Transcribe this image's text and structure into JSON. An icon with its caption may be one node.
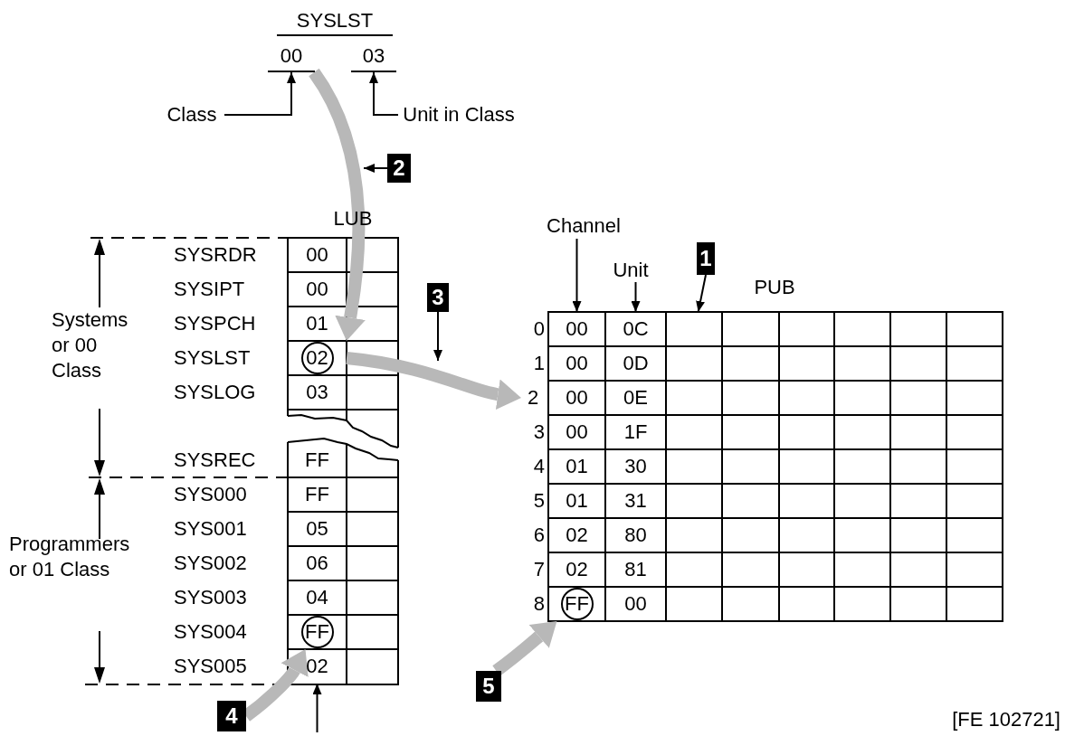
{
  "diagram": {
    "nodes": [
      {
        "text": [
          "00"
        ]
      },
      {
        "text": [
          "03"
        ]
      },
      {
        "text": [
          "Class"
        ]
      },
      {
        "text": [
          "Unit in Class"
        ]
      },
      {
        "text": [
          "2"
        ]
      },
      {
        "text": [],
        "shape": "box",
        "beside": [
          "LUB"
        ]
      },
      {
        "text": [
          "00"
        ],
        "in": 5
      },
      {
        "text": [
          "00"
        ],
        "in": 5
      },
      {
        "text": [
          "01"
        ],
        "in": 5
      },
      {
        "text": [
          "02"
        ],
        "in": 5
      },
      {
        "text": [
          "03"
        ],
        "in": 5
      },
      {
        "text": [
          "FF"
        ],
        "in": 5
      },
      {
        "text": [
          "FF"
        ],
        "in": 5
      },
      {
        "text": [
          "05"
        ],
        "in": 5
      },
      {
        "text": [
          "06"
        ],
        "in": 5
      },
      {
        "text": [
          "04"
        ],
        "in": 5
      },
      {
        "text": [
          "FF"
        ],
        "in": 5
      },
      {
        "text": [
          "02"
        ],
        "in": 5
      },
      {
        "text": [
          "3"
        ]
      },
      {
        "text": [
          "Channel"
        ]
      },
      {
        "text": [
          "Unit"
        ]
      },
      {
        "text": [
          "1"
        ]
      },
      {
        "text": [],
        "shape": "box",
        "beside": [
          "PUB"
        ]
      },
      {
        "text": [
          "00"
        ],
        "in": 22
      },
      {
        "text": [
          "0C"
        ],
        "in": 22
      },
      {
        "text": [
          "00"
        ],
        "in": 22
      },
      {
        "text": [
          "0D"
        ],
        "in": 22
      },
      {
        "text": [
          "00"
        ],
        "in": 22
      },
      {
        "text": [
          "0E"
        ],
        "in": 22
      },
      {
        "text": [
          "00"
        ],
        "in": 22
      },
      {
        "text": [
          "1F"
        ],
        "in": 22
      },
      {
        "text": [
          "01"
        ],
        "in": 22
      },
      {
        "text": [
          "30"
        ],
        "in": 22
      },
      {
        "text": [
          "01"
        ],
        "in": 22
      },
      {
        "text": [
          "31"
        ],
        "in": 22
      },
      {
        "text": [
          "02"
        ],
        "in": 22
      },
      {
        "text": [
          "80"
        ],
        "in": 22
      },
      {
        "text": [
          "02"
        ],
        "in": 22
      },
      {
        "text": [
          "81"
        ],
        "in": 22
      },
      {
        "text": [
          "FF"
        ],
        "in": 22
      },
      {
        "text": [
          "00"
        ],
        "in": 22
      },
      {
        "text": [
          "2"
        ]
      },
      {
        "text": [
          "4"
        ]
      },
      {
        "text": [
          "5"
        ]
      }
    ],
    "edges": [
      {
        "from": 2,
        "to": 0,
        "arrow": "to"
      },
      {
        "from": 3,
        "to": 1,
        "arrow": "to"
      },
      {
        "from": 0,
        "to": 9,
        "arrow": "to",
        "style": "thick",
        "color": "#b8b8b8"
      },
      {
        "from": 4,
        "to": null,
        "arrow": "to"
      },
      {
        "from": 9,
        "to": 41,
        "arrow": "to",
        "style": "thick",
        "color": "#b8b8b8"
      },
      {
        "from": 18,
        "to": null,
        "arrow": "to"
      },
      {
        "from": 19,
        "to": 23,
        "arrow": "to"
      },
      {
        "from": 20,
        "to": 24,
        "arrow": "to"
      },
      {
        "from": 21,
        "to": 22,
        "arrow": "to"
      },
      {
        "from": 42,
        "to": 16,
        "arrow": "to",
        "style": "thick",
        "color": "#b8b8b8"
      },
      {
        "from": 43,
        "to": 39,
        "arrow": "to",
        "style": "thick",
        "color": "#b8b8b8"
      },
      {
        "from": null,
        "to": 17,
        "arrow": "to"
      }
    ],
    "labels": [
      "SYSLST",
      "Systems or 00 Class",
      "Programmers or 01 Class",
      "SYSRDR",
      "SYSIPT",
      "SYSPCH",
      "SYSLST",
      "SYSLOG",
      "SYSREC",
      "SYS000",
      "SYS001",
      "SYS002",
      "SYS003",
      "SYS004",
      "SYS005",
      "0",
      "1",
      "3",
      "4",
      "5",
      "6",
      "7",
      "8",
      "[FE 102721]"
    ]
  }
}
